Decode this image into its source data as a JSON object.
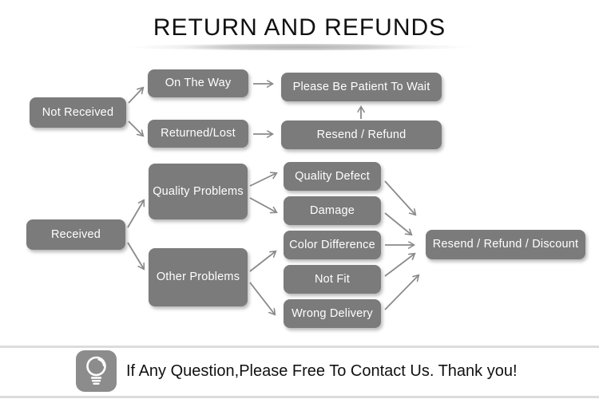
{
  "title": "RETURN AND REFUNDS",
  "flowchart": {
    "nodes": {
      "not_received": "Not Received",
      "on_the_way": "On The Way",
      "please_wait": "Please Be Patient To Wait",
      "returned_lost": "Returned/Lost",
      "resend_refund": "Resend / Refund",
      "received": "Received",
      "quality_problems": "Quality Problems",
      "other_problems": "Other Problems",
      "quality_defect": "Quality Defect",
      "damage": "Damage",
      "color_difference": "Color Difference",
      "not_fit": "Not Fit",
      "wrong_delivery": "Wrong Delivery",
      "resend_refund_discount": "Resend / Refund / Discount"
    }
  },
  "footer": {
    "icon": "lightbulb-icon",
    "message": "If Any Question,Please Free To Contact Us. Thank you!"
  },
  "colors": {
    "node_gray": "#7b7b7b",
    "arrow_gray": "#8a8a8a",
    "node_text": "#ffffff",
    "title_text": "#111111",
    "divider_gray": "#dcdcdc",
    "footer_icon_gray": "#8c8c8c"
  }
}
